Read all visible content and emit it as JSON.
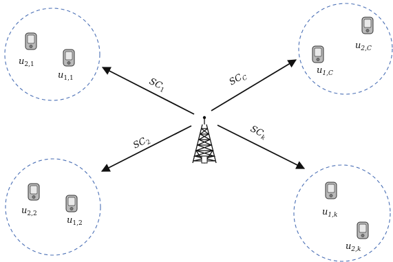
{
  "channels": [
    {
      "id": "sc1",
      "symbol": "SC",
      "sub": "1"
    },
    {
      "id": "scC",
      "symbol": "SC",
      "sub": "C"
    },
    {
      "id": "sc2",
      "symbol": "SC",
      "sub": "2"
    },
    {
      "id": "sck",
      "symbol": "SC",
      "sub": "k"
    }
  ],
  "users": [
    {
      "id": "u21",
      "symbol": "u",
      "sub": "2,1"
    },
    {
      "id": "u11",
      "symbol": "u",
      "sub": "1,1"
    },
    {
      "id": "u2C",
      "symbol": "u",
      "sub": "2,C"
    },
    {
      "id": "u1C",
      "symbol": "u",
      "sub": "1,C"
    },
    {
      "id": "u22",
      "symbol": "u",
      "sub": "2,2"
    },
    {
      "id": "u12",
      "symbol": "u",
      "sub": "1,2"
    },
    {
      "id": "u1k",
      "symbol": "u",
      "sub": "1,k"
    },
    {
      "id": "u2k",
      "symbol": "u",
      "sub": "2,k"
    }
  ],
  "icons": {
    "base_station": "cell-tower-icon",
    "user_device": "mobile-phone-icon"
  },
  "colors": {
    "cluster_border": "#4a6fb5",
    "arrow": "#111111",
    "phone_body": "#b9b9b9"
  }
}
